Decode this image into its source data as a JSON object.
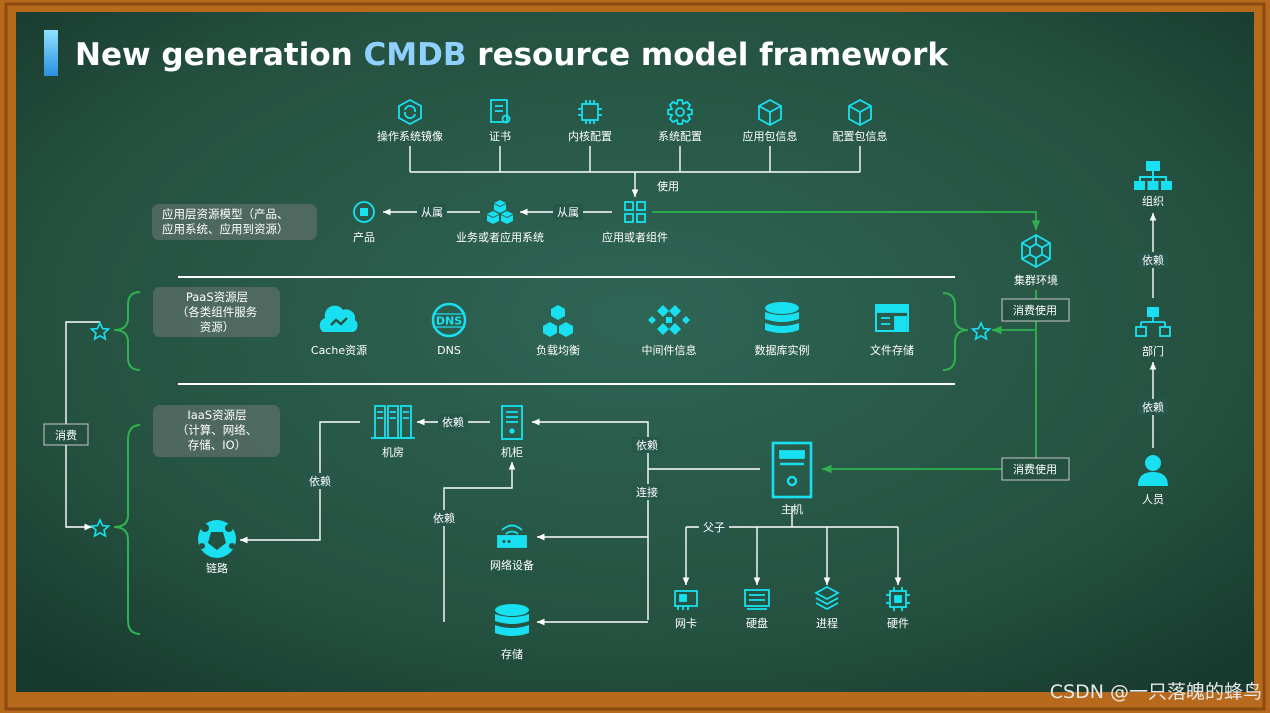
{
  "title": "New generation CMDB resource model framework",
  "watermark": "CSDN @一只落魄的蜂鸟",
  "colors": {
    "icon": "#18e0f0",
    "green_line": "#2fb24e",
    "board": "#27574a",
    "frame": "#b86a1c"
  },
  "config_items": [
    {
      "label": "操作系统镜像",
      "icon": "refresh-box-icon"
    },
    {
      "label": "证书",
      "icon": "certificate-icon"
    },
    {
      "label": "内核配置",
      "icon": "chip-icon"
    },
    {
      "label": "系统配置",
      "icon": "gear-icon"
    },
    {
      "label": "应用包信息",
      "icon": "package-icon"
    },
    {
      "label": "配置包信息",
      "icon": "package-icon"
    }
  ],
  "app_layer": {
    "title": "应用层资源模型（产品、应用系统、应用到资源）",
    "title_lines": [
      "应用层资源模型（产品、",
      "应用系统、应用到资源）"
    ],
    "use_label": "使用",
    "belong_label": "从属",
    "product": "产品",
    "business_system": "业务或者应用系统",
    "component": "应用或者组件",
    "cluster": "集群环境"
  },
  "paas_layer": {
    "title_lines": [
      "PaaS资源层",
      "（各类组件服务",
      "资源）"
    ],
    "items": [
      {
        "label": "Cache资源",
        "icon": "cloud-icon"
      },
      {
        "label": "DNS",
        "icon": "dns-icon"
      },
      {
        "label": "负载均衡",
        "icon": "load-balancer-icon"
      },
      {
        "label": "中间件信息",
        "icon": "middleware-icon"
      },
      {
        "label": "数据库实例",
        "icon": "database-icon"
      },
      {
        "label": "文件存储",
        "icon": "file-storage-icon"
      }
    ]
  },
  "iaas_layer": {
    "title_lines": [
      "IaaS资源层",
      "（计算、网络、",
      "存储、IO）"
    ],
    "room": "机房",
    "cabinet": "机柜",
    "link": "链路",
    "host": "主机",
    "network_device": "网络设备",
    "storage": "存储",
    "depend": "依赖",
    "connect": "连接",
    "parent_child": "父子",
    "children": [
      "网卡",
      "硬盘",
      "进程",
      "硬件"
    ]
  },
  "consume": "消费",
  "consume_use": "消费使用",
  "org_chain": {
    "org": "组织",
    "dept": "部门",
    "person": "人员",
    "depend": "依赖"
  }
}
